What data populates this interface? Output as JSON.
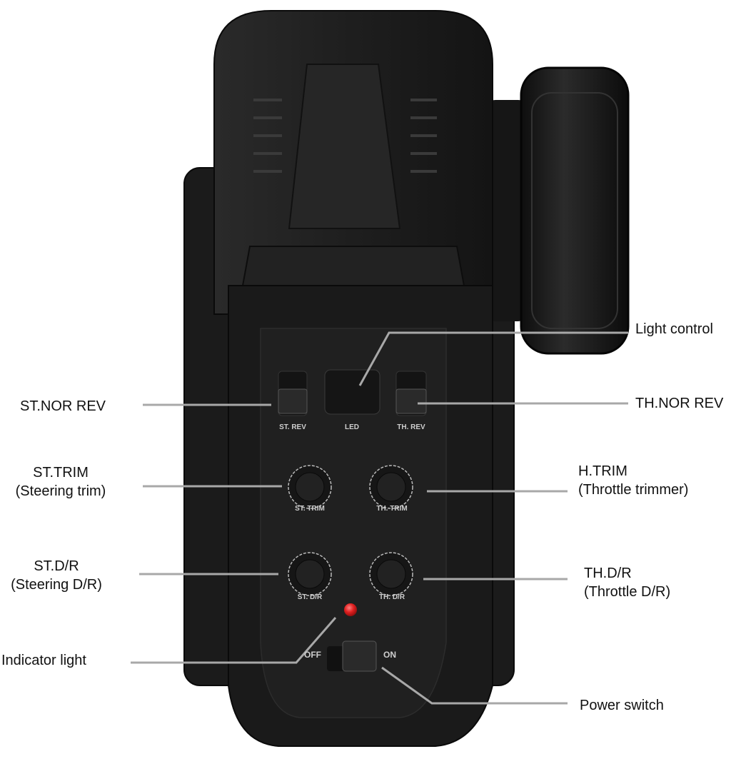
{
  "callouts": {
    "light_control": "Light control",
    "st_nor_rev": "ST.NOR REV",
    "th_nor_rev": "TH.NOR REV",
    "st_trim": "ST.TRIM",
    "st_trim_desc": "(Steering trim)",
    "h_trim": "H.TRIM",
    "h_trim_desc": "(Throttle trimmer)",
    "st_dr": "ST.D/R",
    "st_dr_desc": "(Steering D/R)",
    "th_dr": "TH.D/R",
    "th_dr_desc": "(Throttle D/R)",
    "indicator_light": "Indicator light",
    "power_switch": "Power switch"
  },
  "panel": {
    "st_rev": "ST. REV",
    "led": "LED",
    "th_rev": "TH. REV",
    "st_trim": "ST. TRIM",
    "th_trim": "TH. TRIM",
    "st_dr": "ST. D/R",
    "th_dr": "TH. D/R",
    "off": "OFF",
    "on": "ON"
  },
  "colors": {
    "body": "#1c1c1c",
    "indicator": "#e02020",
    "callout_line": "#a8a8a8"
  }
}
